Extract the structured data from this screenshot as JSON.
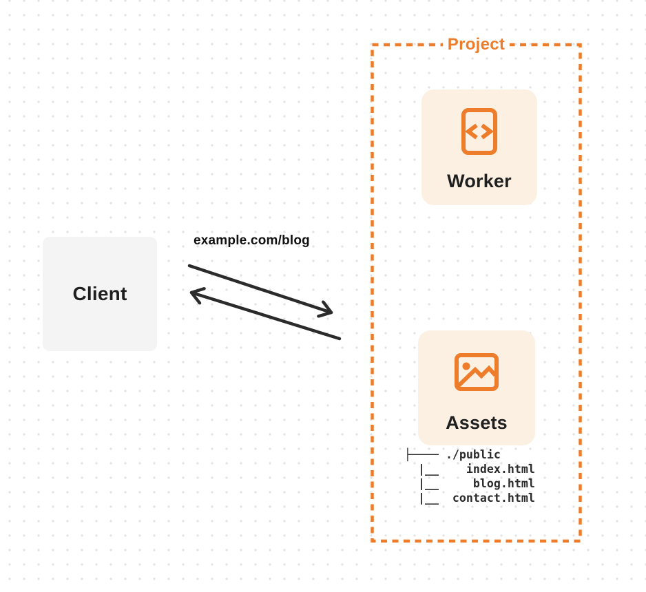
{
  "colors": {
    "orange": "#ED7C2B",
    "cream": "#FBF0E2",
    "client_gray": "#F4F4F5",
    "arrow": "#2B2B2B",
    "text_dark": "#1F1F1F",
    "tree_text": "#2B2B2B",
    "dot": "#E3E3E3",
    "canvas_bg": "#FFFFFF"
  },
  "client": {
    "label": "Client"
  },
  "request": {
    "label": "example.com/blog"
  },
  "project": {
    "label": "Project",
    "worker": {
      "label": "Worker",
      "icon": "code-file-icon"
    },
    "assets": {
      "label": "Assets",
      "icon": "image-icon",
      "file_tree": [
        "├──── ./public",
        "  |__    index.html",
        "  |__     blog.html",
        "  |__  contact.html"
      ]
    }
  }
}
